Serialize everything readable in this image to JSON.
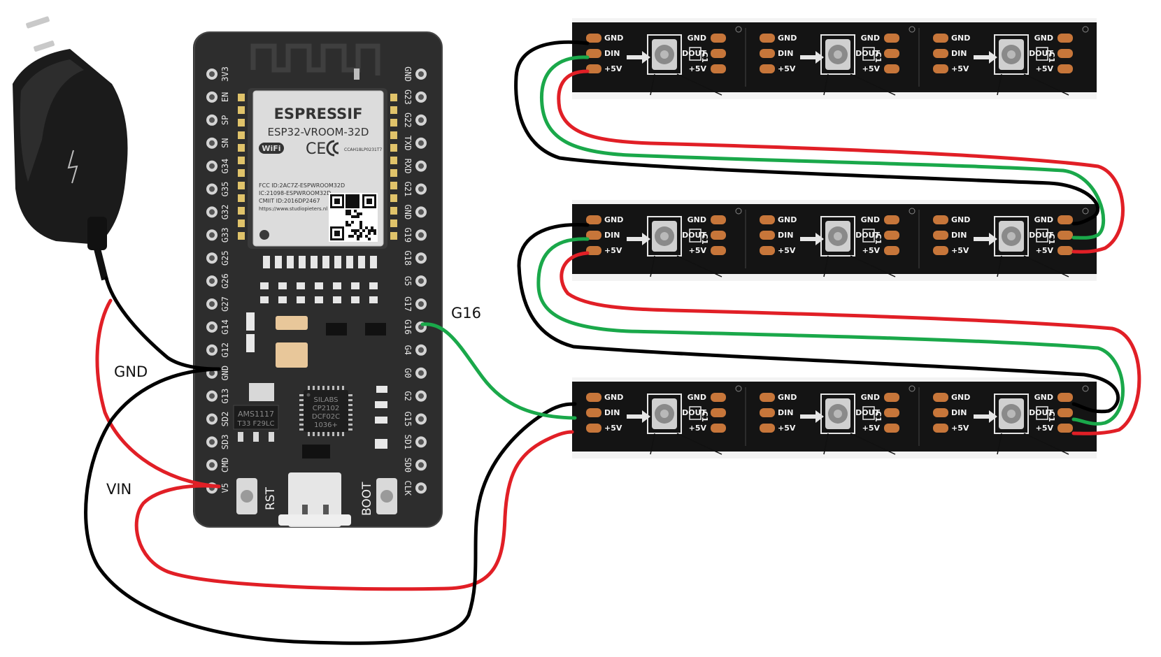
{
  "labels": {
    "g16": "G16",
    "gnd": "GND",
    "vin": "VIN"
  },
  "board": {
    "module_brand": "ESPRESSIF",
    "module_model": "ESP32-VROOM-32D",
    "wifi_mark": "WiFi",
    "ce_mark": "CE",
    "cert_line": "CCAH18LP0231T7",
    "fcc_line": "FCC ID:2AC7Z-ESPWROOM32D",
    "ic_line": "IC:21098-ESPWROOM32D",
    "cmiit_line": "CMIIT ID:2016DP2467",
    "url_line": "https://www.studiopieters.nl",
    "left_pins": [
      "3V3",
      "EN",
      "SP",
      "SN",
      "G34",
      "G35",
      "G32",
      "G33",
      "G25",
      "G26",
      "G27",
      "G14",
      "G12",
      "GND",
      "G13",
      "SD2",
      "SD3",
      "CMD",
      "V5"
    ],
    "right_pins": [
      "GND",
      "G23",
      "G22",
      "TXD",
      "RXD",
      "G21",
      "GND",
      "G19",
      "G18",
      "G5",
      "G17",
      "G16",
      "G4",
      "G0",
      "G2",
      "G15",
      "SD1",
      "SD0",
      "CLK"
    ],
    "rst_label": "RST",
    "boot_label": "BOOT",
    "regulator_line1": "AMS1117",
    "regulator_line2": "T33 F29LC",
    "usb_chip_line1": "SILABS",
    "usb_chip_line2": "CP2102",
    "usb_chip_line3": "DCF02C",
    "usb_chip_line4": "1036+"
  },
  "strip": {
    "pad_gnd": "GND",
    "pad_din": "DIN",
    "pad_dout": "DOUT",
    "pad_5v": "+5V",
    "cap_label": "C1"
  },
  "colors": {
    "wire_red": "#e11f26",
    "wire_green": "#1aa84a",
    "wire_black": "#000000",
    "board": "#2b2b2b",
    "strip": "#141414",
    "pad": "#c7763a"
  }
}
